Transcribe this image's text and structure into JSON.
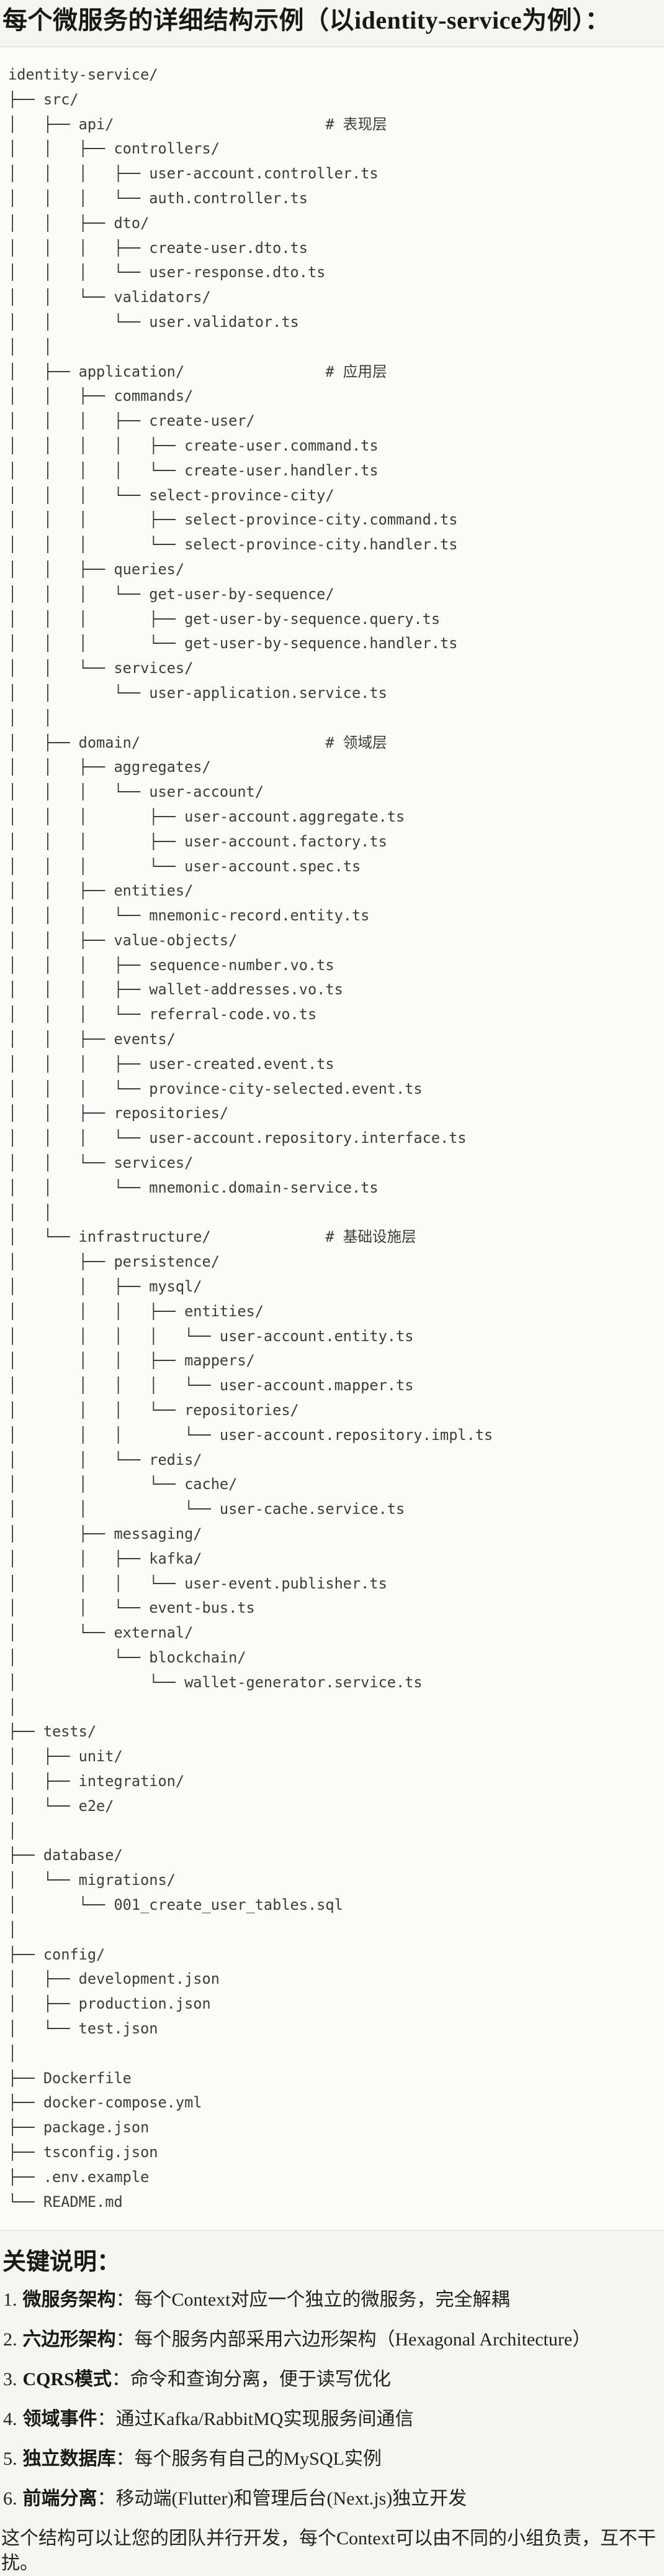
{
  "theme": {
    "page_bg": "#f7f5f0",
    "code_bg": "#fcfbf8",
    "border": "#e7e5de",
    "code_text": "#3d3c38",
    "heading_text": "#1a1814",
    "body_text": "#23221e"
  },
  "page": {
    "title": "每个微服务的详细结构示例（以identity-service为例）："
  },
  "code_block": {
    "language": "plaintext-tree",
    "lines": [
      "identity-service/",
      "├── src/",
      "│   ├── api/                        # 表现层",
      "│   │   ├── controllers/",
      "│   │   │   ├── user-account.controller.ts",
      "│   │   │   └── auth.controller.ts",
      "│   │   ├── dto/",
      "│   │   │   ├── create-user.dto.ts",
      "│   │   │   └── user-response.dto.ts",
      "│   │   └── validators/",
      "│   │       └── user.validator.ts",
      "│   │",
      "│   ├── application/                # 应用层",
      "│   │   ├── commands/",
      "│   │   │   ├── create-user/",
      "│   │   │   │   ├── create-user.command.ts",
      "│   │   │   │   └── create-user.handler.ts",
      "│   │   │   └── select-province-city/",
      "│   │   │       ├── select-province-city.command.ts",
      "│   │   │       └── select-province-city.handler.ts",
      "│   │   ├── queries/",
      "│   │   │   └── get-user-by-sequence/",
      "│   │   │       ├── get-user-by-sequence.query.ts",
      "│   │   │       └── get-user-by-sequence.handler.ts",
      "│   │   └── services/",
      "│   │       └── user-application.service.ts",
      "│   │",
      "│   ├── domain/                     # 领域层",
      "│   │   ├── aggregates/",
      "│   │   │   └── user-account/",
      "│   │   │       ├── user-account.aggregate.ts",
      "│   │   │       ├── user-account.factory.ts",
      "│   │   │       └── user-account.spec.ts",
      "│   │   ├── entities/",
      "│   │   │   └── mnemonic-record.entity.ts",
      "│   │   ├── value-objects/",
      "│   │   │   ├── sequence-number.vo.ts",
      "│   │   │   ├── wallet-addresses.vo.ts",
      "│   │   │   └── referral-code.vo.ts",
      "│   │   ├── events/",
      "│   │   │   ├── user-created.event.ts",
      "│   │   │   └── province-city-selected.event.ts",
      "│   │   ├── repositories/",
      "│   │   │   └── user-account.repository.interface.ts",
      "│   │   └── services/",
      "│   │       └── mnemonic.domain-service.ts",
      "│   │",
      "│   └── infrastructure/             # 基础设施层",
      "│       ├── persistence/",
      "│       │   ├── mysql/",
      "│       │   │   ├── entities/",
      "│       │   │   │   └── user-account.entity.ts",
      "│       │   │   ├── mappers/",
      "│       │   │   │   └── user-account.mapper.ts",
      "│       │   │   └── repositories/",
      "│       │   │       └── user-account.repository.impl.ts",
      "│       │   └── redis/",
      "│       │       └── cache/",
      "│       │           └── user-cache.service.ts",
      "│       ├── messaging/",
      "│       │   ├── kafka/",
      "│       │   │   └── user-event.publisher.ts",
      "│       │   └── event-bus.ts",
      "│       └── external/",
      "│           └── blockchain/",
      "│               └── wallet-generator.service.ts",
      "│",
      "├── tests/",
      "│   ├── unit/",
      "│   ├── integration/",
      "│   └── e2e/",
      "│",
      "├── database/",
      "│   └── migrations/",
      "│       └── 001_create_user_tables.sql",
      "│",
      "├── config/",
      "│   ├── development.json",
      "│   ├── production.json",
      "│   └── test.json",
      "│",
      "├── Dockerfile",
      "├── docker-compose.yml",
      "├── package.json",
      "├── tsconfig.json",
      "├── .env.example",
      "└── README.md"
    ]
  },
  "notes": {
    "heading": "关键说明：",
    "items": [
      {
        "num": "1.",
        "label": "微服务架构",
        "text": "：每个Context对应一个独立的微服务，完全解耦"
      },
      {
        "num": "2.",
        "label": "六边形架构",
        "text": "：每个服务内部采用六边形架构（Hexagonal Architecture）"
      },
      {
        "num": "3.",
        "label": "CQRS模式",
        "text": "：命令和查询分离，便于读写优化"
      },
      {
        "num": "4.",
        "label": "领域事件",
        "text": "：通过Kafka/RabbitMQ实现服务间通信"
      },
      {
        "num": "5.",
        "label": "独立数据库",
        "text": "：每个服务有自己的MySQL实例"
      },
      {
        "num": "6.",
        "label": "前端分离",
        "text": "：移动端(Flutter)和管理后台(Next.js)独立开发"
      }
    ],
    "footer": "这个结构可以让您的团队并行开发，每个Context可以由不同的小组负责，互不干扰。"
  }
}
